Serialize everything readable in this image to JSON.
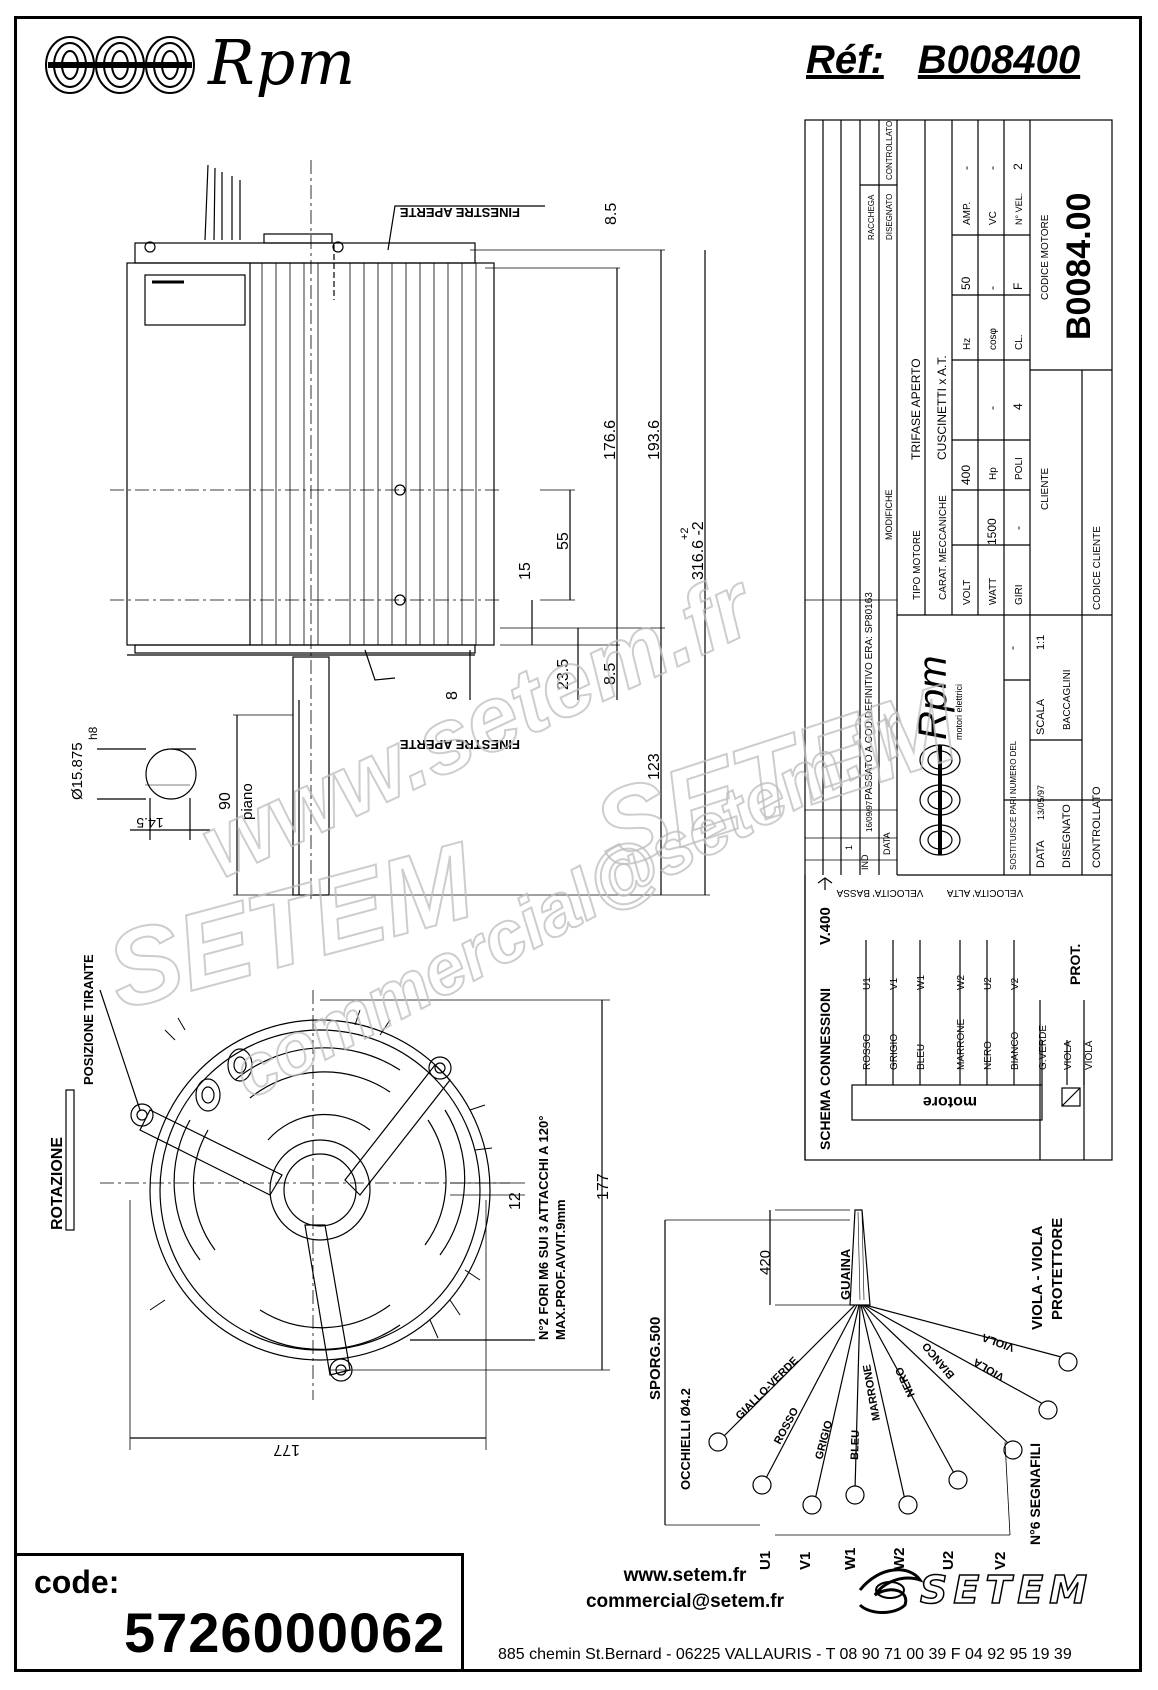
{
  "header": {
    "brand": "Rpm",
    "ref_label": "Réf:",
    "ref_value": "B008400"
  },
  "side_view": {
    "labels": {
      "windows_top": "FINESTRE APERTE",
      "windows_bottom": "FINESTRE APERTE",
      "piano": "piano"
    },
    "dimensions": [
      "8.5",
      "176.6",
      "193.6",
      "55",
      "15",
      "+2",
      "316.6 -2",
      "23.5",
      "8.5",
      "8",
      "123",
      "90"
    ],
    "shaft": {
      "diameter": "Ø15.875",
      "tolerance": "h8",
      "flat": "14.5"
    }
  },
  "front_view": {
    "labels": {
      "rotation": "ROTAZIONE",
      "tie_rod_position": "POSIZIONE TIRANTE",
      "holes_note_1": "N°2 FORI M6 SUI 3 ATTACCHI A 120°",
      "holes_note_2": "MAX.PROF.AVVIT.9mm"
    },
    "dimensions": [
      "177",
      "177",
      "12"
    ]
  },
  "title_block": {
    "revision_headers": [
      "IND",
      "DATA",
      "MODIFICHE",
      "RACCHEGA",
      "DISEGNATO",
      "CONTROLLATO"
    ],
    "revision_row": {
      "ind": "1",
      "data": "16/09/97",
      "text": "PASSATO A COD.DEFINITIVO ERA: SP80163"
    },
    "motor_type_label": "TIPO MOTORE",
    "motor_type_value": "TRIFASE APERTO",
    "mech_label": "CARAT. MECCANICHE",
    "mech_value": "CUSCINETTI x A.T.",
    "specs": [
      {
        "label": "VOLT",
        "value": "400"
      },
      {
        "label": "Hz",
        "value": "50"
      },
      {
        "label": "AMP.",
        "value": "-"
      },
      {
        "label": "WATT",
        "value": "1500"
      },
      {
        "label": "Hp",
        "value": "-"
      },
      {
        "label": "cosφ",
        "value": "-"
      },
      {
        "label": "VC",
        "value": "-"
      },
      {
        "label": "GIRI",
        "value": "-"
      },
      {
        "label": "POLI",
        "value": "4"
      },
      {
        "label": "CL.",
        "value": "F"
      },
      {
        "label": "N° VEL.",
        "value": "2"
      }
    ],
    "client_label": "CLIENTE",
    "client_code_label": "CODICE CLIENTE",
    "motor_code_label": "CODICE MOTORE",
    "motor_code_value": "B0084.00",
    "logo_brand": "Rpm",
    "logo_subtitle": "motori elettrici",
    "replaces_label": "SOSTITUISCE PARI NUMERO DEL",
    "replaces_value": "-",
    "scale_label": "SCALA",
    "scale_value": "1:1",
    "date_label": "DATA",
    "date_value": "13/05/97",
    "drawn_label": "DISEGNATO",
    "drawn_value": "BACCAGLINI",
    "checked_label": "CONTROLLATO"
  },
  "connections": {
    "title": "SCHEMA CONNESSIONI",
    "voltage": "V.400",
    "low_speed": "VELOCITA' BASSA",
    "high_speed": "VELOCITA' ALTA",
    "motor_label": "motore",
    "prot_label": "PROT.",
    "rows": [
      {
        "color": "ROSSO",
        "terminal": "U1"
      },
      {
        "color": "GRIGIO",
        "terminal": "V1"
      },
      {
        "color": "BLEU",
        "terminal": "W1"
      },
      {
        "color": "MARRONE",
        "terminal": "W2"
      },
      {
        "color": "NERO",
        "terminal": "U2"
      },
      {
        "color": "BIANCO",
        "terminal": "V2"
      },
      {
        "color": "G.VERDE",
        "terminal": ""
      },
      {
        "color": "VIOLA",
        "terminal": ""
      },
      {
        "color": "VIOLA",
        "terminal": ""
      }
    ]
  },
  "cables": {
    "sheath_label": "GUAINA",
    "sheath_length": "420",
    "length_label": "SPORG.500",
    "eyelets_label": "OCCHIELLI Ø4.2",
    "protector_label_1": "VIOLA - VIOLA",
    "protector_label_2": "PROTETTORE",
    "wires": [
      "GIALLO-VERDE",
      "ROSSO",
      "GRIGIO",
      "BLEU",
      "MARRONE",
      "NERO",
      "BIANCO",
      "VIOLA",
      "VIOLA"
    ],
    "terminals": [
      "U1",
      "V1",
      "W1",
      "W2",
      "U2",
      "V2"
    ],
    "markers_label": "N°6 SEGNAFILI"
  },
  "watermarks": [
    "www.setem.fr",
    "SETEM",
    "SETEM",
    "commercial@setem.fr"
  ],
  "footer": {
    "code_label": "code:",
    "code_value": "5726000062",
    "website": "www.setem.fr",
    "email": "commercial@setem.fr",
    "address": "885 chemin St.Bernard  -  06225 VALLAURIS  -  T 08 90 71 00 39  F 04 92 95 19 39",
    "company_logo": "SETEM"
  }
}
